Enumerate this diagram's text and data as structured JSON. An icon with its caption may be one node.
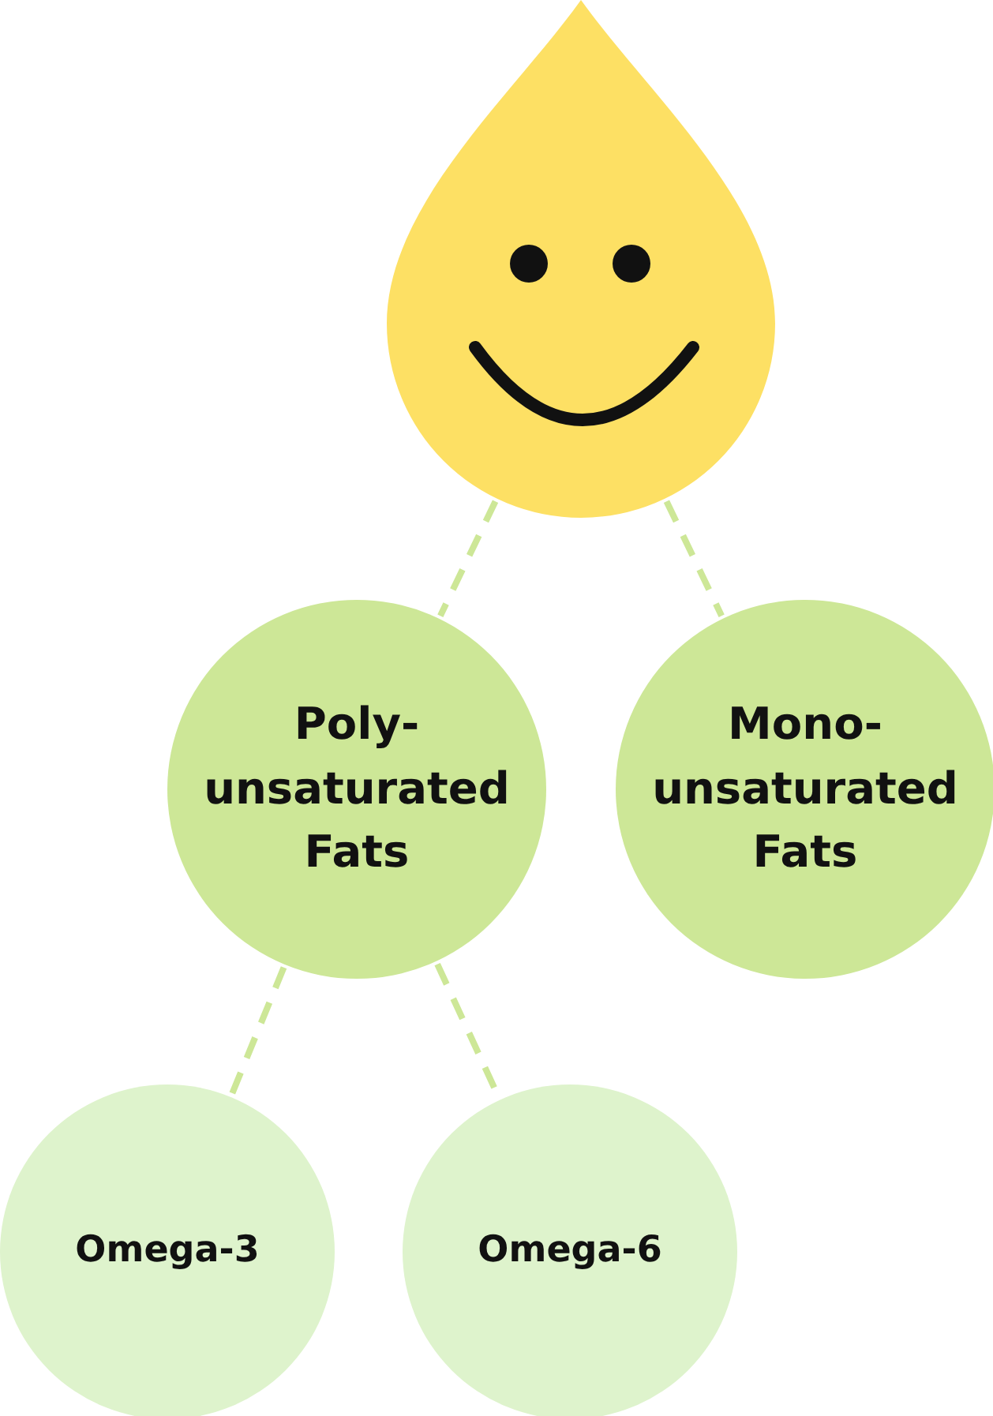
{
  "diagram": {
    "nodes": [
      {
        "text": [],
        "shape": "drop"
      },
      {
        "text": [
          "Poly- unsaturated Fats"
        ]
      },
      {
        "text": [
          "Mono- unsaturated Fats"
        ]
      },
      {
        "text": [
          "Omega-3"
        ]
      },
      {
        "text": [
          "Omega-6"
        ]
      }
    ],
    "edges": [
      {
        "from": 0,
        "to": 1,
        "arrow": "none",
        "style": "dashed"
      },
      {
        "from": 0,
        "to": 2,
        "arrow": "none",
        "style": "dashed"
      },
      {
        "from": 1,
        "to": 3,
        "arrow": "none",
        "style": "dashed"
      },
      {
        "from": 1,
        "to": 4,
        "arrow": "none",
        "style": "dashed"
      }
    ]
  }
}
